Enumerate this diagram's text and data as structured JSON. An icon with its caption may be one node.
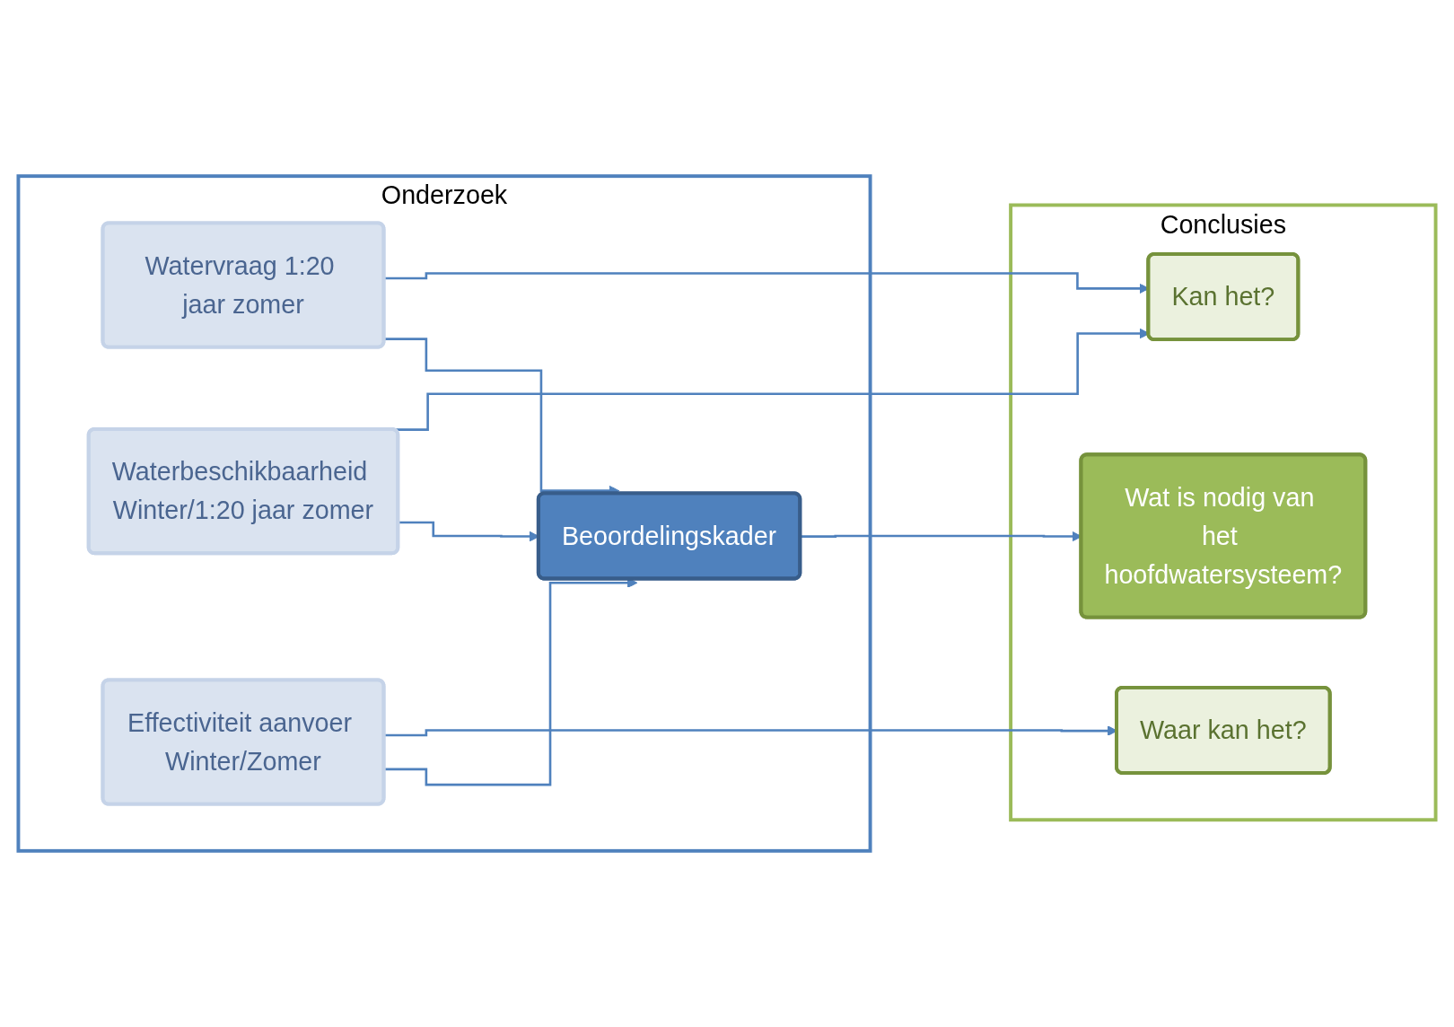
{
  "diagram": {
    "nodes": [
      {
        "text": [
          "Onderzoek"
        ]
      },
      {
        "text": [
          "Watervraag 1:20 jaar zomer"
        ],
        "in": 0
      },
      {
        "text": [
          "Waterbeschikbaarheid Winter/1:20 jaar zomer"
        ],
        "in": 0
      },
      {
        "text": [
          "Effectiviteit aanvoer Winter/Zomer"
        ],
        "in": 0
      },
      {
        "text": [
          "Beoordelingskader"
        ],
        "in": 0
      },
      {
        "text": [
          "Conclusies"
        ]
      },
      {
        "text": [
          "Kan het?"
        ],
        "in": 5
      },
      {
        "text": [
          "Waar kan het?"
        ],
        "in": 5
      },
      {
        "text": [
          "Wat is nodig van het hoofdwatersysteem?"
        ],
        "in": 5
      }
    ],
    "edges": [
      {
        "from": 1,
        "to": 6,
        "arrow": "to"
      },
      {
        "from": 2,
        "to": 6,
        "arrow": "to"
      },
      {
        "from": 3,
        "to": 7,
        "arrow": "to"
      },
      {
        "from": 4,
        "to": 8,
        "arrow": "to"
      },
      {
        "from": 1,
        "to": 4,
        "arrow": "to"
      },
      {
        "from": 2,
        "to": 4,
        "arrow": "to"
      },
      {
        "from": 3,
        "to": 4,
        "arrow": "to"
      }
    ]
  }
}
